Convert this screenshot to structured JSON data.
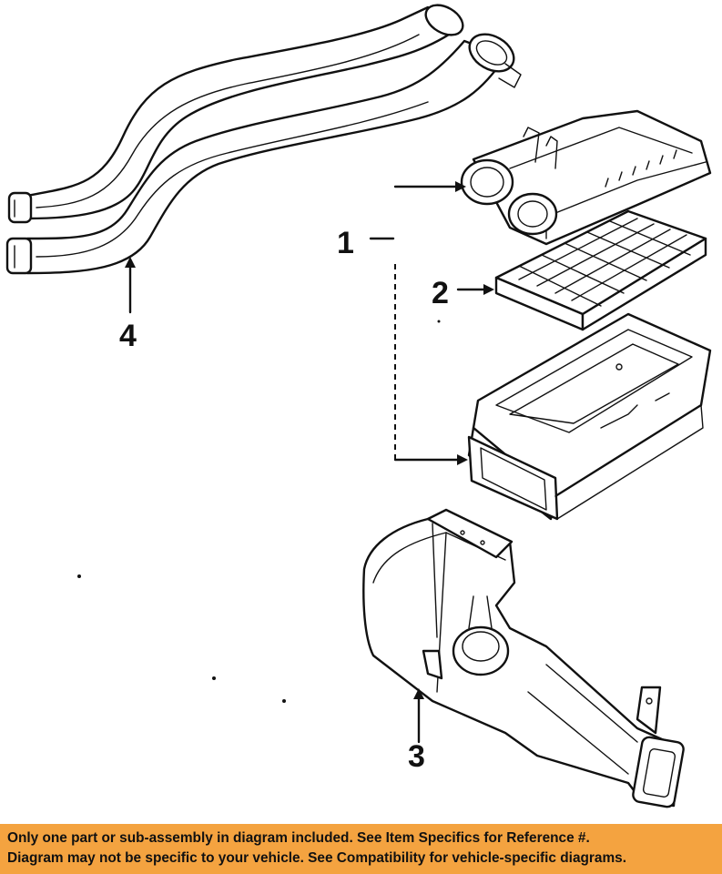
{
  "callouts": {
    "one": "1",
    "two": "2",
    "three": "3",
    "four": "4"
  },
  "parts": [
    {
      "callout": "1",
      "name": "Air cleaner assembly"
    },
    {
      "callout": "2",
      "name": "Filter element"
    },
    {
      "callout": "3",
      "name": "Intake duct"
    },
    {
      "callout": "4",
      "name": "Intake hoses"
    }
  ],
  "footer": {
    "line1": "Only one part or sub-assembly in diagram included. See Item Specifics for Reference #.",
    "line2": "Diagram may not be specific to your vehicle. See Compatibility for vehicle-specific diagrams."
  },
  "colors": {
    "footer_background": "#f4a340",
    "line_art": "#111111",
    "background": "#ffffff"
  }
}
